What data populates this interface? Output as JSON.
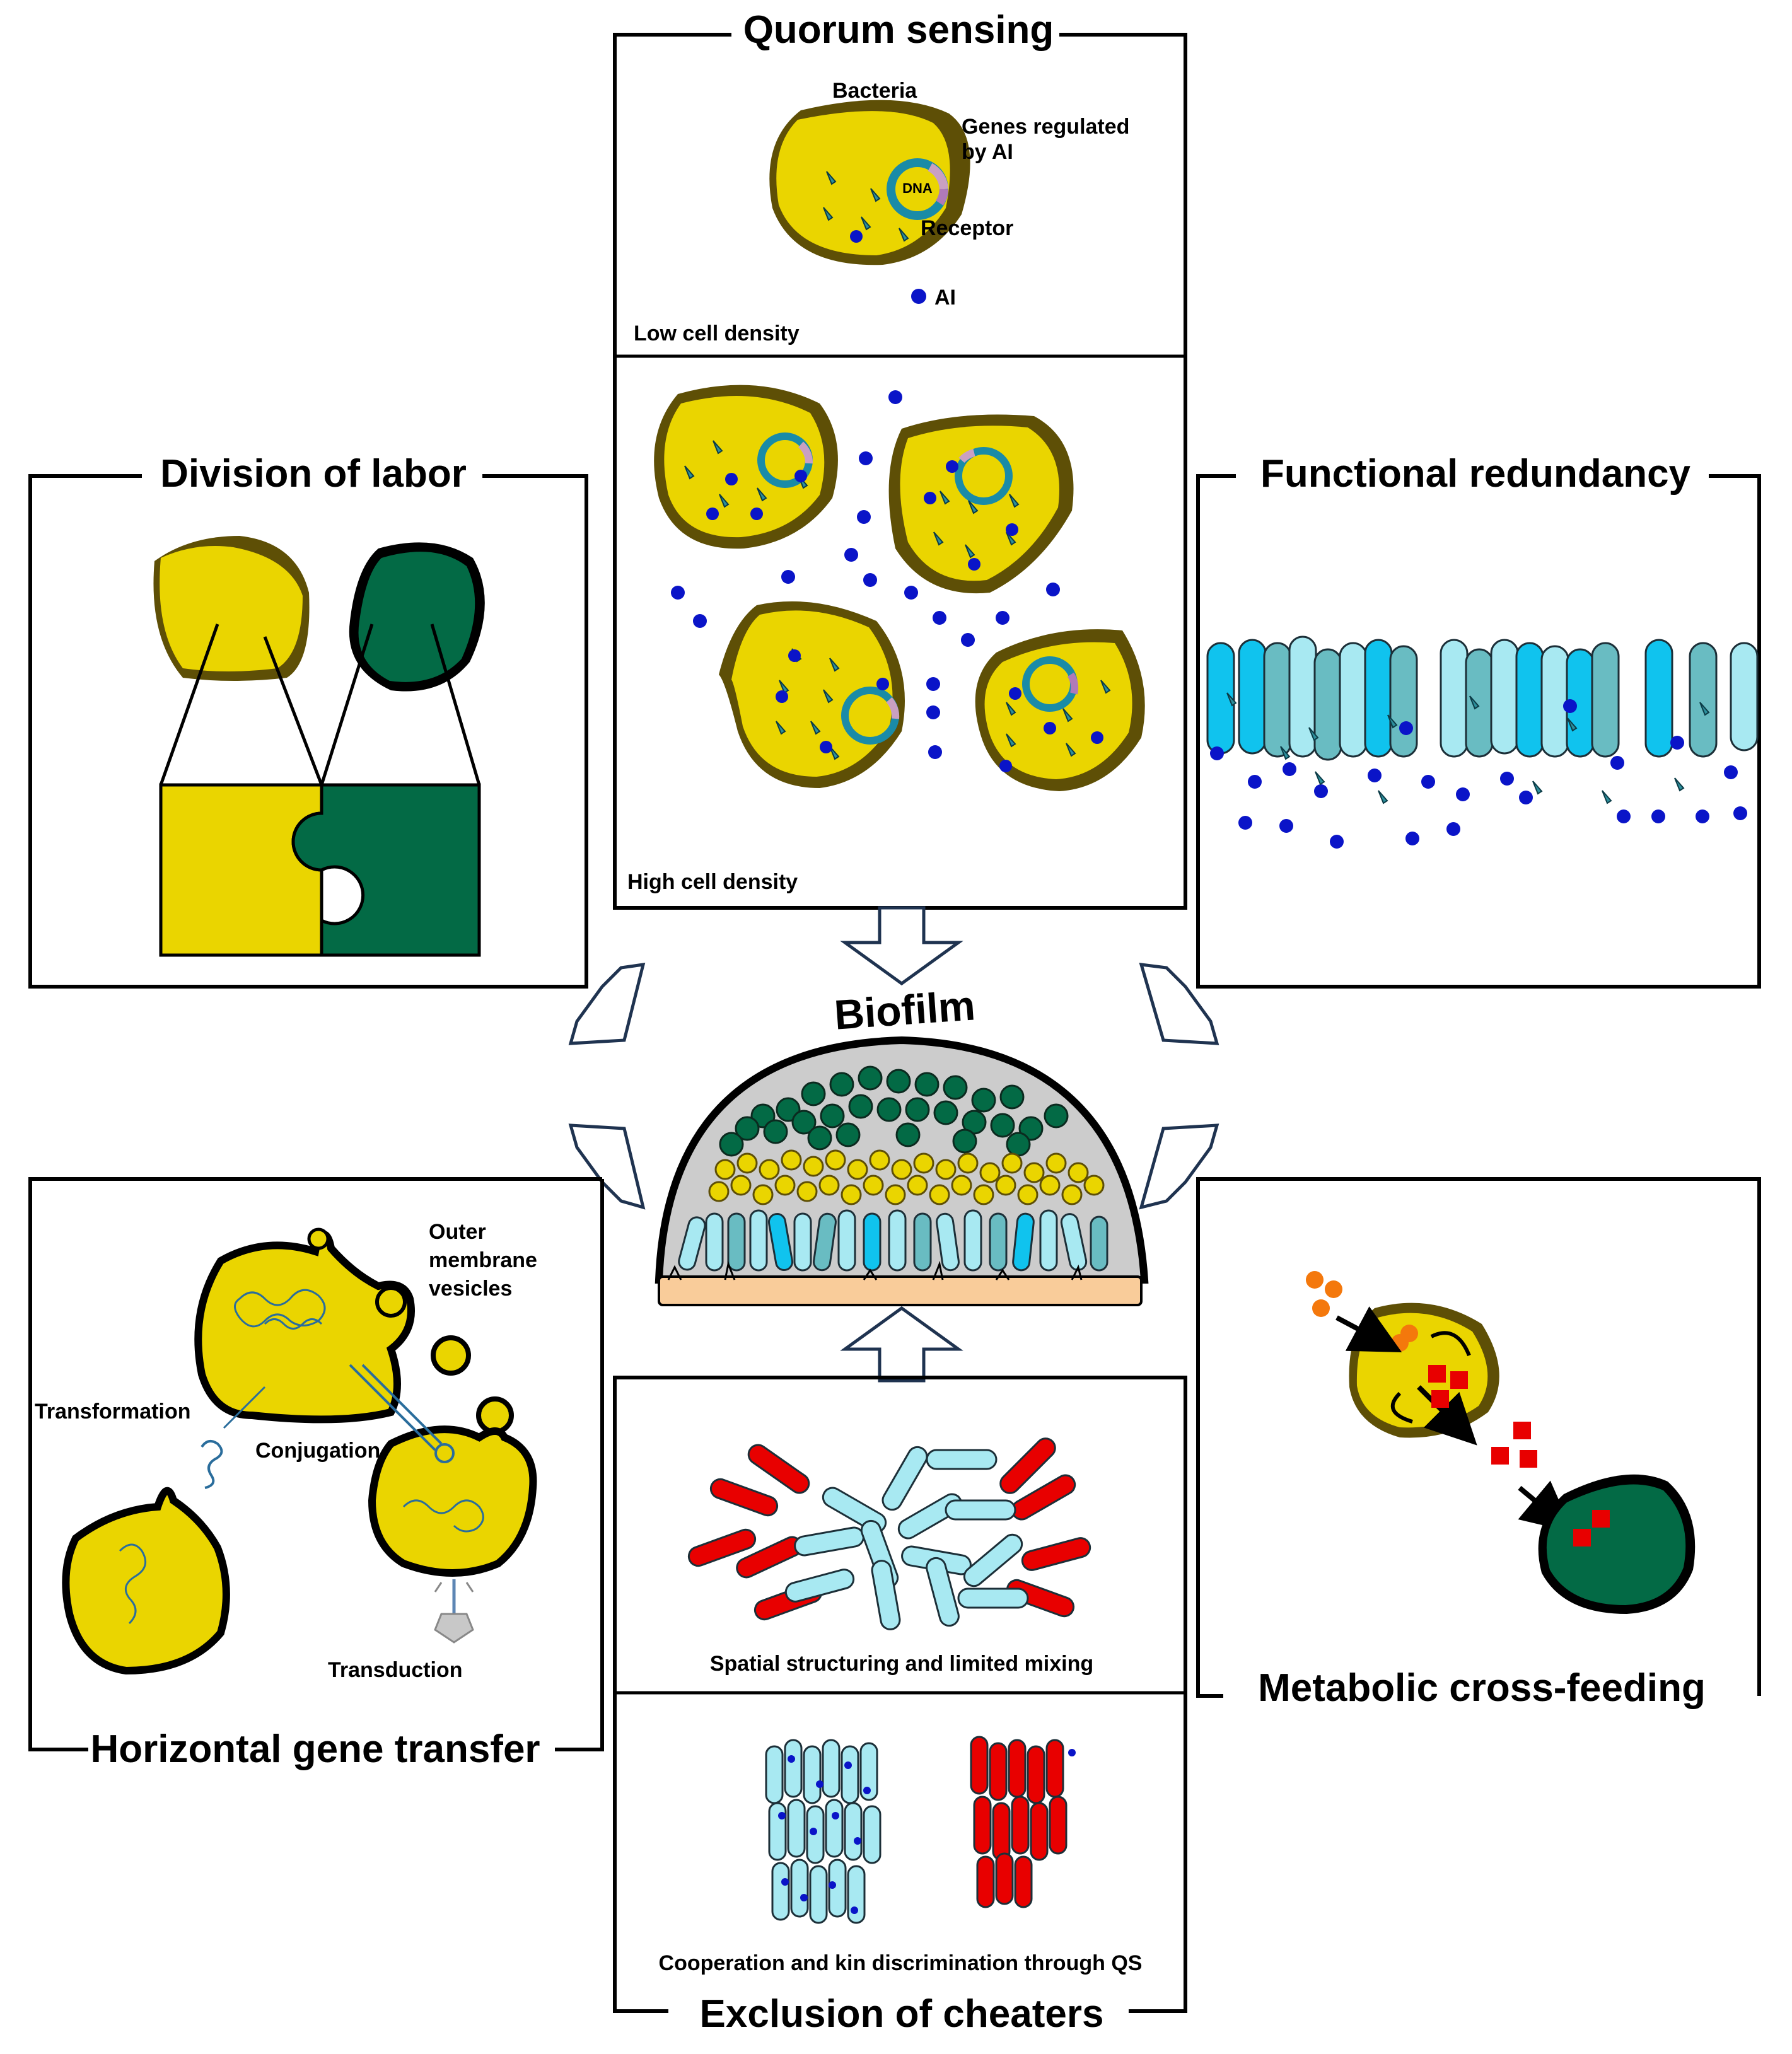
{
  "panels": {
    "quorum": {
      "title": "Quorum sensing",
      "label_bacteria": "Bacteria",
      "label_genes_line1": "Genes regulated",
      "label_genes_line2": "by AI",
      "label_dna": "DNA",
      "label_receptor": "Receptor",
      "label_ai": "AI",
      "label_low": "Low cell density",
      "label_high": "High cell density"
    },
    "division": {
      "title": "Division of labor"
    },
    "redundancy": {
      "title": "Functional redundancy"
    },
    "biofilm": {
      "title": "Biofilm"
    },
    "hgt": {
      "title": "Horizontal gene transfer",
      "label_omv_1": "Outer",
      "label_omv_2": "membrane",
      "label_omv_3": "vesicles",
      "label_transformation": "Transformation",
      "label_conjugation": "Conjugation",
      "label_transduction": "Transduction"
    },
    "crossfeeding": {
      "title": "Metabolic cross-feeding"
    },
    "cheaters": {
      "title": "Exclusion of cheaters",
      "label_spatial": "Spatial structuring and limited mixing",
      "label_kin": "Cooperation and kin discrimination through QS"
    }
  },
  "colors": {
    "yellow_cell": "#ead500",
    "yellow_outline": "#5e4f06",
    "green_cell": "#036a45",
    "ai_blue": "#0a14c8",
    "receptor_teal": "#2d8f9c",
    "cyan_light": "#a8e9f2",
    "cyan_bright": "#10c3ee",
    "cyan_teal": "#69bcc2",
    "red_cell": "#e80000",
    "orange_dot": "#f4780c",
    "substrate": "#f9cc9a",
    "dome_gray": "#cccccc",
    "arrow_outline": "#1f3350"
  }
}
